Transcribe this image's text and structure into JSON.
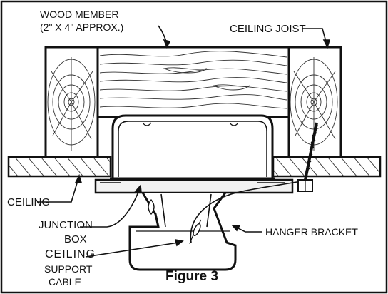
{
  "labels": {
    "wood_member_line1": "WOOD MEMBER",
    "wood_member_line2": "(2\"  X 4\"  APPROX.)",
    "ceiling_joist": "CEILING JOIST",
    "ceiling": "CEILING",
    "junction_box_line1": "JUNCTION",
    "junction_box_line2": "BOX",
    "hanger_bracket": "HANGER BRACKET",
    "ceiling_support_cable_line1": "CEILING",
    "ceiling_support_cable_line2": "SUPPORT",
    "ceiling_support_cable_line3": "CABLE"
  },
  "caption": "Figure 3",
  "colors": {
    "line": "#111111",
    "fill_wood": "#ffffff",
    "fill_part": "#f2f2f2"
  }
}
